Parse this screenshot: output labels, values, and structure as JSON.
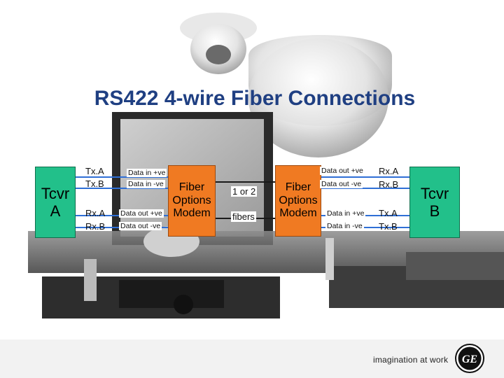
{
  "title": "RS422 4-wire Fiber Connections",
  "left_device": {
    "line1": "Tcvr",
    "line2": "A"
  },
  "right_device": {
    "line1": "Tcvr",
    "line2": "B"
  },
  "left_modem": {
    "line1": "Fiber",
    "line2": "Options",
    "line3": "Modem"
  },
  "right_modem": {
    "line1": "Fiber",
    "line2": "Options",
    "line3": "Modem"
  },
  "left_wires": [
    "Tx.A",
    "Tx.B",
    "Rx.A",
    "Rx.B"
  ],
  "left_signals": [
    "Data in +ve",
    "Data in -ve",
    "Data out +ve",
    "Data out -ve"
  ],
  "right_signals": [
    "Data out +ve",
    "Data out -ve",
    "Data in +ve",
    "Data in -ve"
  ],
  "right_wires": [
    "Rx.A",
    "Rx.B",
    "Tx.A",
    "Tx.B"
  ],
  "fiber": {
    "count": "1 or 2",
    "label": "fibers"
  },
  "footer": {
    "tagline": "imagination at work",
    "logo_text": "GE"
  },
  "colors": {
    "title": "#1f3f82",
    "transceiver": "#22c08a",
    "modem": "#f07a22",
    "signal_line": "#2f6fd6",
    "fiber_line": "#1a1a1a"
  }
}
